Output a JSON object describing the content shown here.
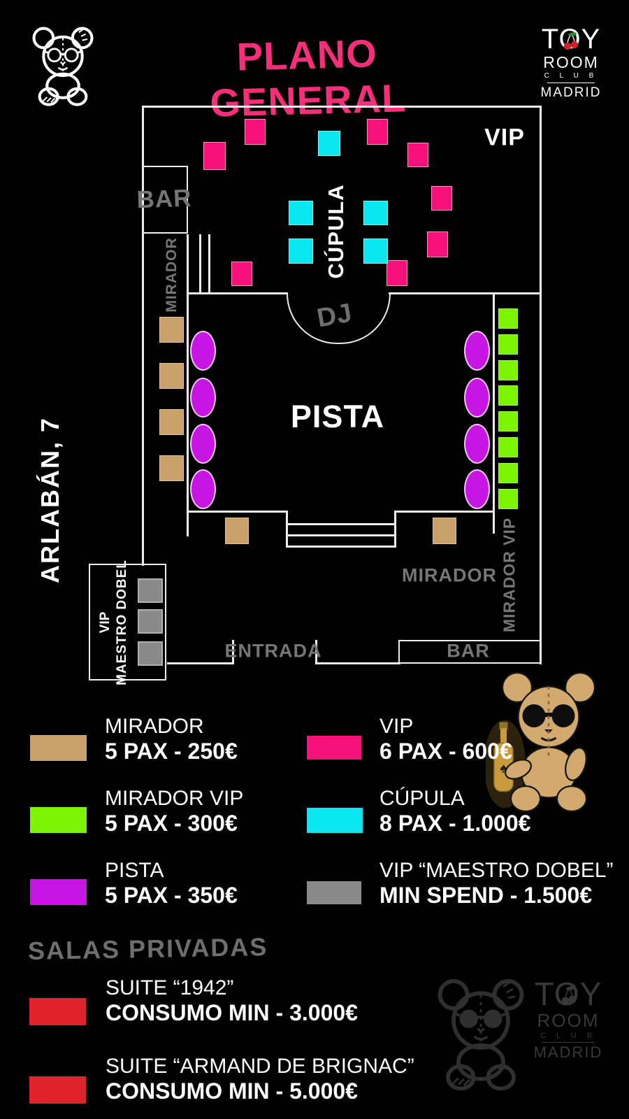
{
  "colors": {
    "pink": "#F6117B",
    "cyan": "#0AE6F0",
    "tan": "#C9A26B",
    "magenta": "#C716E3",
    "green": "#7DF403",
    "gray": "#8A8A8A",
    "red": "#E1232E",
    "title_pink": "#F72F7B",
    "wall_white": "#EDEDED",
    "label_gray": "#767676",
    "bear_tan": "#D2A96E",
    "bottle_gold": "#C89B3C"
  },
  "header": {
    "title": "PLANO GENERAL",
    "address": "ARLABÁN, 7"
  },
  "logo": {
    "toy": "TOY",
    "room": "ROOM",
    "club": "C L U B",
    "madrid": "MADRID"
  },
  "plan": {
    "labels": {
      "vip": "VIP",
      "bar_top": "BAR",
      "mirador_left": "MIRADOR",
      "cupula": "CÚPULA",
      "dj": "DJ",
      "pista": "PISTA",
      "mirador_bottom": "MIRADOR",
      "mirador_vip": "MIRADOR VIP",
      "bar_bottom": "BAR",
      "entrada": "ENTRADA",
      "maestro_line1": "VIP",
      "maestro_line2": "MAESTRO DOBEL"
    },
    "furniture": [
      {
        "kind": "vip-table",
        "color": "pink",
        "shape": "rect",
        "items": [
          [
            350,
            170,
            30,
            37
          ],
          [
            291,
            203,
            32,
            40
          ],
          [
            525,
            170,
            30,
            37
          ],
          [
            583,
            204,
            30,
            35
          ],
          [
            617,
            266,
            30,
            35
          ],
          [
            611,
            331,
            30,
            37
          ],
          [
            331,
            374,
            30,
            35
          ],
          [
            553,
            372,
            30,
            37
          ]
        ]
      },
      {
        "kind": "cupula-table",
        "color": "cyan",
        "shape": "rect",
        "items": [
          [
            455,
            187,
            32,
            36
          ],
          [
            413,
            287,
            35,
            35
          ],
          [
            520,
            287,
            35,
            35
          ],
          [
            413,
            341,
            35,
            36
          ],
          [
            520,
            341,
            35,
            36
          ]
        ]
      },
      {
        "kind": "mirador-table",
        "color": "tan",
        "shape": "rect",
        "items": [
          [
            228,
            453,
            35,
            37
          ],
          [
            228,
            519,
            35,
            37
          ],
          [
            228,
            585,
            35,
            37
          ],
          [
            228,
            651,
            35,
            37
          ],
          [
            322,
            740,
            34,
            38
          ],
          [
            619,
            740,
            34,
            38
          ]
        ]
      },
      {
        "kind": "pista-table",
        "color": "magenta",
        "shape": "ellipse",
        "items": [
          [
            272,
            473,
            37,
            57
          ],
          [
            272,
            540,
            37,
            57
          ],
          [
            272,
            606,
            37,
            57
          ],
          [
            272,
            671,
            37,
            57
          ],
          [
            664,
            473,
            37,
            57
          ],
          [
            664,
            540,
            37,
            57
          ],
          [
            664,
            606,
            37,
            57
          ],
          [
            664,
            671,
            37,
            57
          ]
        ]
      },
      {
        "kind": "mirador-vip-table",
        "color": "green",
        "shape": "rect",
        "items": [
          [
            713,
            441,
            28,
            29
          ],
          [
            713,
            478,
            28,
            29
          ],
          [
            713,
            515,
            28,
            29
          ],
          [
            713,
            551,
            28,
            29
          ],
          [
            713,
            588,
            28,
            29
          ],
          [
            713,
            625,
            28,
            29
          ],
          [
            713,
            662,
            28,
            29
          ],
          [
            713,
            699,
            28,
            29
          ]
        ]
      },
      {
        "kind": "maestro-dobel-table",
        "color": "gray",
        "shape": "rect",
        "items": [
          [
            197,
            827,
            36,
            35
          ],
          [
            197,
            871,
            36,
            35
          ],
          [
            197,
            917,
            36,
            35
          ]
        ]
      }
    ]
  },
  "legend": {
    "left": [
      {
        "name": "MIRADOR",
        "price": "5 PAX - 250€",
        "color": "tan"
      },
      {
        "name": "MIRADOR VIP",
        "price": "5 PAX - 300€",
        "color": "green"
      },
      {
        "name": "PISTA",
        "price": "5 PAX - 350€",
        "color": "magenta"
      }
    ],
    "right": [
      {
        "name": "VIP",
        "price": "6 PAX - 600€",
        "color": "pink"
      },
      {
        "name": "CÚPULA",
        "price": "8 PAX - 1.000€",
        "color": "cyan"
      },
      {
        "name": "VIP “MAESTRO DOBEL”",
        "price": "MIN SPEND - 1.500€",
        "color": "gray"
      }
    ]
  },
  "salas": {
    "header": "SALAS PRIVADAS",
    "items": [
      {
        "name": "SUITE “1942”",
        "price": "CONSUMO MIN - 3.000€",
        "color": "red"
      },
      {
        "name": "SUITE “ARMAND DE BRIGNAC”",
        "price": "CONSUMO MIN - 5.000€",
        "color": "red"
      }
    ]
  }
}
